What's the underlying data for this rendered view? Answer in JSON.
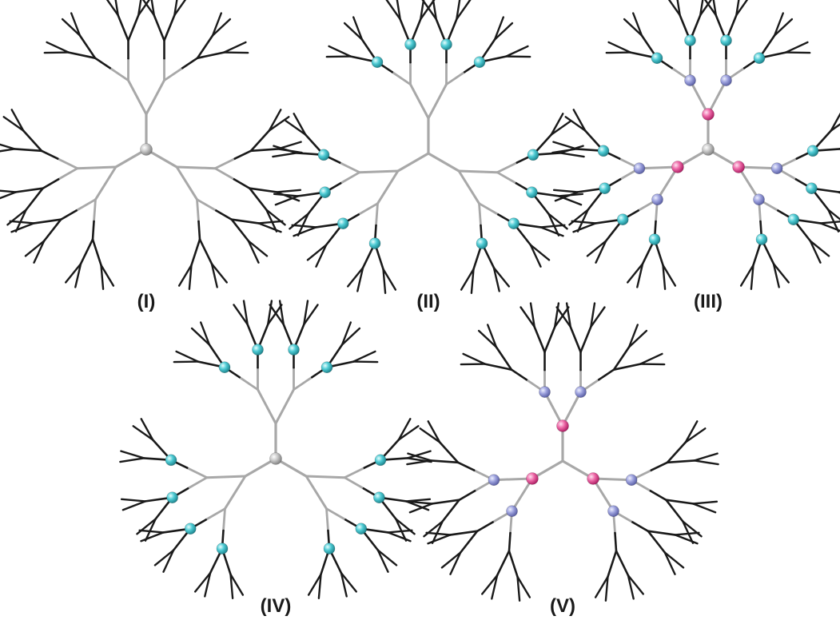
{
  "colors": {
    "background": "#ffffff",
    "inner_branch": "#a8a8a8",
    "outer_branch": "#1a1a1a",
    "core_node": "#b4b4b4",
    "pink_node": "#e84f9a",
    "purple_node": "#8f94d8",
    "cyan_node": "#3fc4cf"
  },
  "panels": [
    {
      "id": "I",
      "label": "(I)",
      "center_node": true,
      "gen1_nodes": false,
      "gen2_nodes": false,
      "gen3_nodes": false
    },
    {
      "id": "II",
      "label": "(II)",
      "center_node": false,
      "gen1_nodes": false,
      "gen2_nodes": false,
      "gen3_nodes": true
    },
    {
      "id": "III",
      "label": "(III)",
      "center_node": true,
      "gen1_nodes": true,
      "gen2_nodes": true,
      "gen3_nodes": true
    },
    {
      "id": "IV",
      "label": "(IV)",
      "center_node": true,
      "gen1_nodes": false,
      "gen2_nodes": false,
      "gen3_nodes": true
    },
    {
      "id": "V",
      "label": "(V)",
      "center_node": false,
      "gen1_nodes": true,
      "gen2_nodes": true,
      "gen3_nodes": false
    }
  ]
}
